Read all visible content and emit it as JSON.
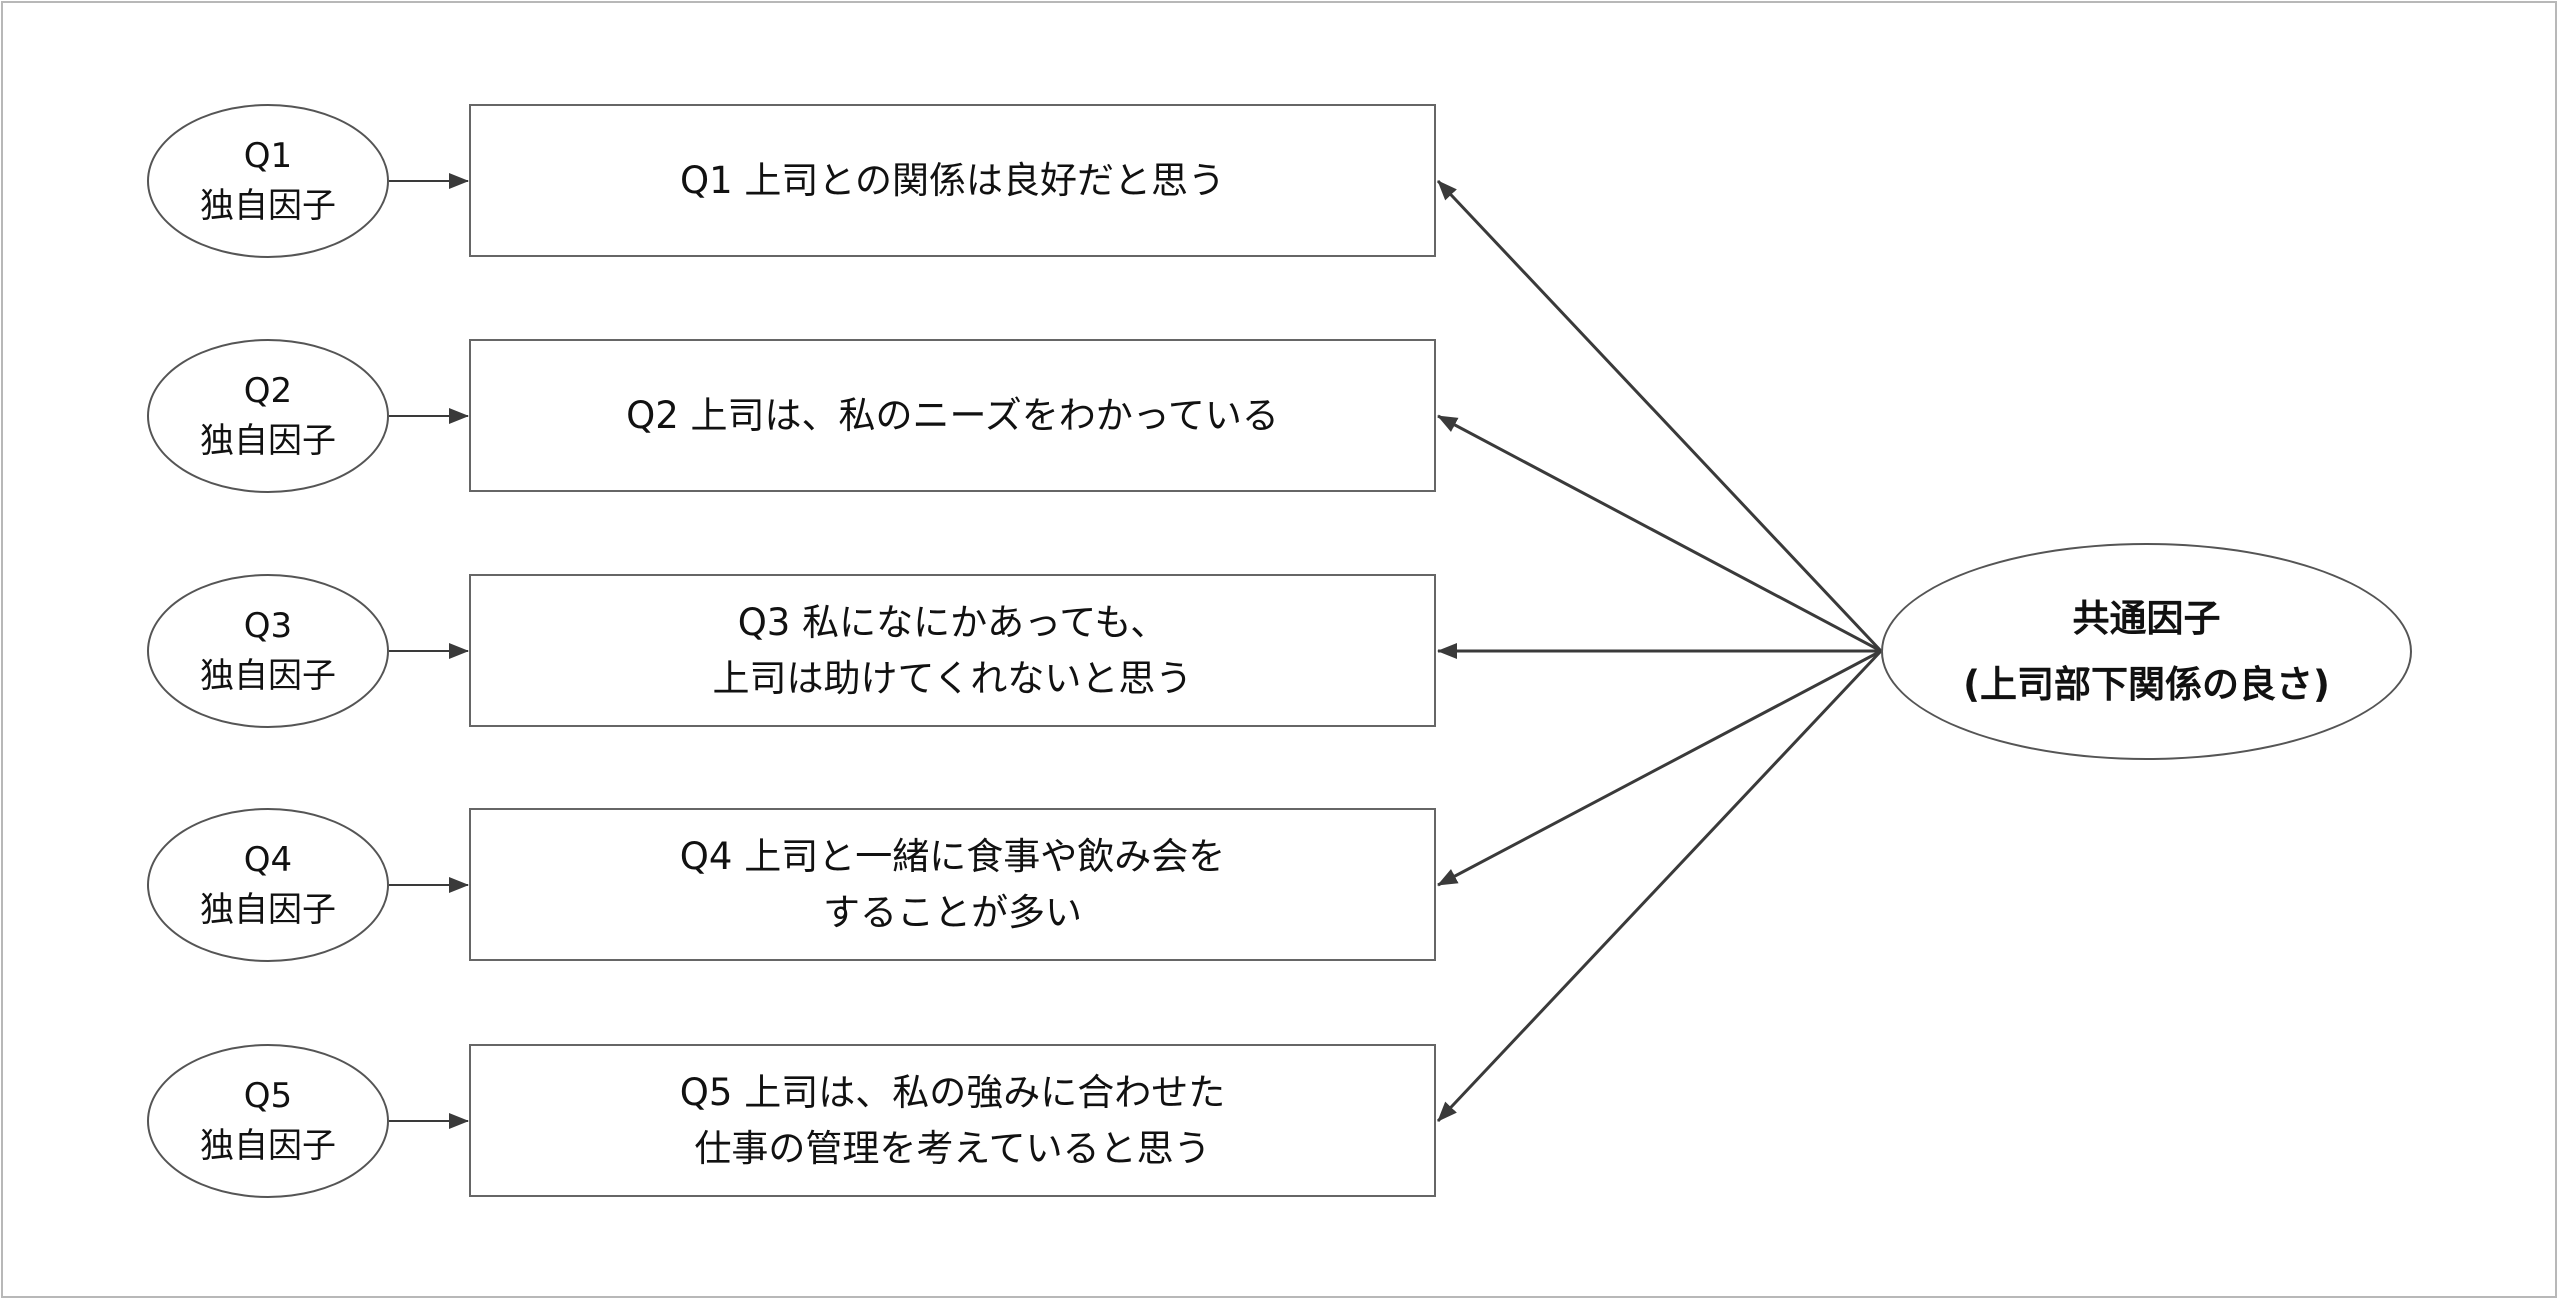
{
  "common_factor": {
    "line1": "共通因子",
    "line2": "(上司部下関係の良さ)"
  },
  "items": [
    {
      "unique_line1": "Q1",
      "unique_line2": "独自因子",
      "text_line1": "Q1 上司との関係は良好だと思う",
      "text_line2": ""
    },
    {
      "unique_line1": "Q2",
      "unique_line2": "独自因子",
      "text_line1": "Q2 上司は、私のニーズをわかっている",
      "text_line2": ""
    },
    {
      "unique_line1": "Q3",
      "unique_line2": "独自因子",
      "text_line1": "Q3 私になにかあっても、",
      "text_line2": "上司は助けてくれないと思う"
    },
    {
      "unique_line1": "Q4",
      "unique_line2": "独自因子",
      "text_line1": "Q4 上司と一緒に食事や飲み会を",
      "text_line2": "することが多い"
    },
    {
      "unique_line1": "Q5",
      "unique_line2": "独自因子",
      "text_line1": "Q5 上司は、私の強みに合わせた",
      "text_line2": "仕事の管理を考えていると思う"
    }
  ],
  "colors": {
    "line": "#3a3a3a",
    "border": "#666666",
    "frame": "#b8b8b8"
  }
}
